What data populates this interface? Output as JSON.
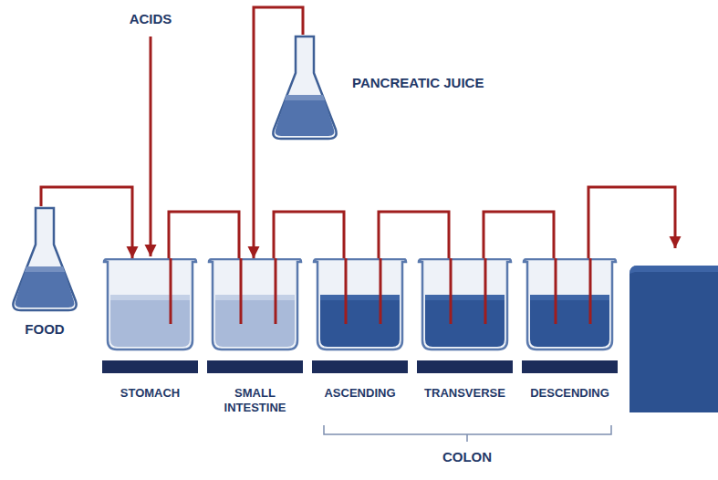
{
  "diagram": {
    "nodes": [
      {
        "text": [
          "FOOD"
        ]
      },
      {
        "text": [
          "PANCREATIC JUICE"
        ]
      },
      {
        "text": [
          "STOMACH"
        ]
      },
      {
        "text": [
          "SMALL INTESTINE"
        ]
      },
      {
        "text": [
          "ASCENDING"
        ]
      },
      {
        "text": [
          "TRANSVERSE"
        ]
      },
      {
        "text": [
          "DESCENDING"
        ]
      }
    ],
    "edges": [
      {
        "from": 0,
        "to": 2,
        "arrow": "to"
      },
      {
        "from": 2,
        "to": 3,
        "arrow": "none"
      },
      {
        "from": 1,
        "to": 3,
        "arrow": "to"
      },
      {
        "from": 3,
        "to": 4,
        "arrow": "none"
      },
      {
        "from": 4,
        "to": 5,
        "arrow": "none"
      },
      {
        "from": 5,
        "to": 6,
        "arrow": "none"
      }
    ],
    "labels": [
      "ACIDS",
      "COLON"
    ]
  }
}
